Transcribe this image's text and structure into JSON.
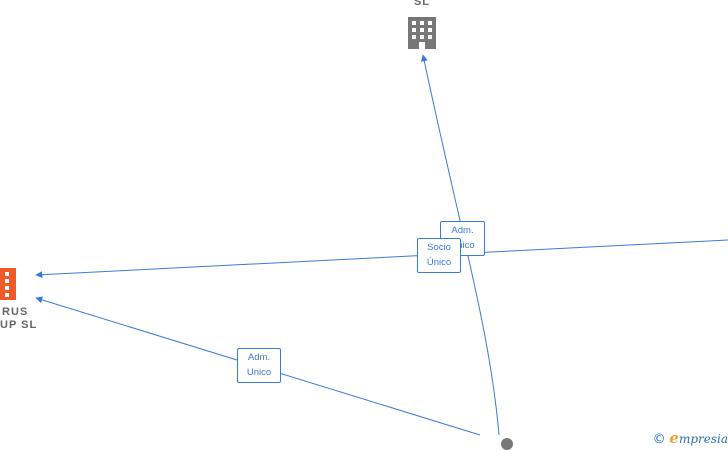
{
  "nodes": {
    "top_company": {
      "label": "SL",
      "color": "#777777"
    },
    "left_company": {
      "label_line1": "RUS",
      "label_line2": "UP  SL",
      "color": "#f05a28"
    },
    "person": {
      "color": "#777777"
    }
  },
  "edges": [
    {
      "from": "person",
      "to": "top_company",
      "label_line1": "Adm.",
      "label_line2": "Unico"
    },
    {
      "from": "right_offscreen",
      "to": "left_company",
      "label_line1": "Socio",
      "label_line2": "Único"
    },
    {
      "from": "person",
      "to": "left_company",
      "label_line1": "Adm.",
      "label_line2": "Unico"
    }
  ],
  "colors": {
    "edge": "#3a7bd5",
    "brand": "#2a6fb0",
    "brand_accent": "#e8a23a"
  },
  "watermark": {
    "copyright": "©",
    "brand_initial": "e",
    "brand_rest": "mpresia"
  }
}
